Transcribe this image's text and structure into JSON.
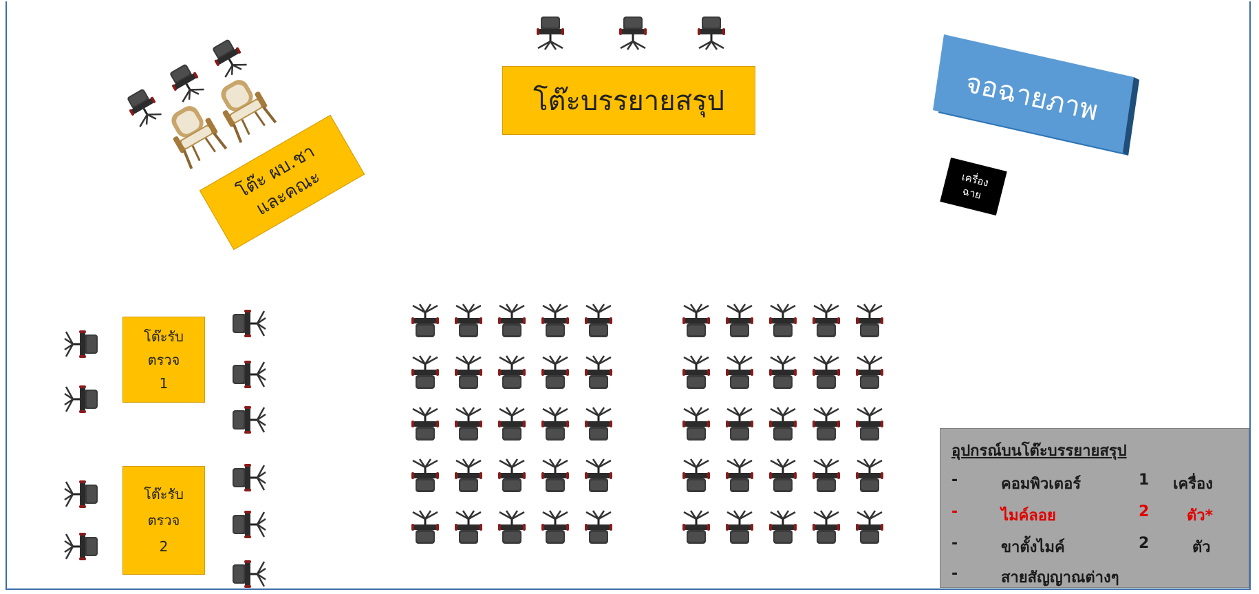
{
  "labels": {
    "lecture_table": "โต๊ะบรรยายสรุป",
    "vip_table_line1": "โต๊ะ ผบ.ชา",
    "vip_table_line2": "และคณะ",
    "screen": "จอฉายภาพ",
    "projector_line1": "เครื่อง",
    "projector_line2": "ฉาย",
    "check_table_1": {
      "line1": "โต๊ะรับ",
      "line2": "ตรวจ",
      "line3": "1"
    },
    "check_table_2": {
      "line1": "โต๊ะรับ",
      "line2": "ตรวจ",
      "line3": "2"
    }
  },
  "legend": {
    "title": "อุปกรณ์บนโต๊ะบรรยายสรุป",
    "items": [
      {
        "dash": "-",
        "name": "คอมพิวเตอร์",
        "qty": "1",
        "unit": "เครื่อง",
        "highlight": false
      },
      {
        "dash": "-",
        "name": "ไมค์ลอย",
        "qty": "2",
        "unit": "ตัว*",
        "highlight": true
      },
      {
        "dash": "-",
        "name": "ขาตั้งไมค์",
        "qty": "2",
        "unit": "ตัว",
        "highlight": false
      },
      {
        "dash": "-",
        "name": "สายสัญญาณต่างๆ",
        "qty": "",
        "unit": "",
        "highlight": false
      }
    ]
  },
  "colors": {
    "table_fill": "#ffc000",
    "screen_fill": "#5b9bd5",
    "legend_fill": "#a6a6a6",
    "highlight_text": "#e00000",
    "frame": "#3b6ea8"
  },
  "icons": {
    "office_chair": "office-chair-icon",
    "armchair": "ornate-armchair-icon",
    "projector": "projector-box"
  },
  "seating": {
    "audience_blocks": 2,
    "rows_per_block": 5,
    "chairs_per_row": 5
  }
}
